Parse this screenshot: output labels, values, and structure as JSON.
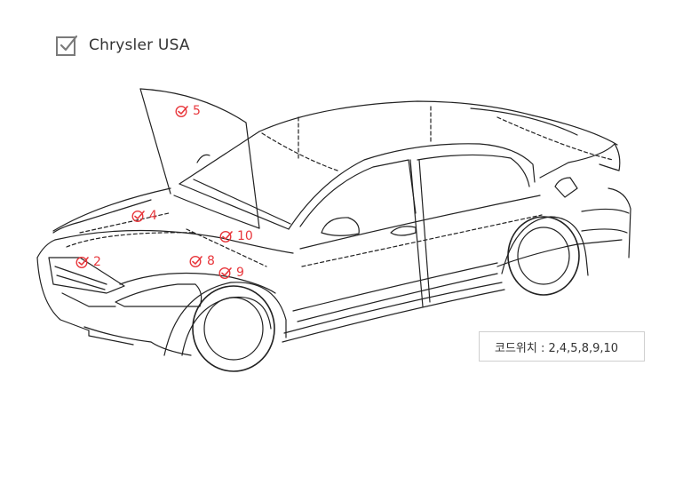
{
  "header": {
    "title": "Chrysler USA",
    "icon": "checkbox-checked-icon"
  },
  "code_location": {
    "label": "코드위치 : 2,4,5,8,9,10"
  },
  "markers": [
    {
      "number": "5"
    },
    {
      "number": "4"
    },
    {
      "number": "10"
    },
    {
      "number": "2"
    },
    {
      "number": "8"
    },
    {
      "number": "9"
    }
  ],
  "colors": {
    "marker": "#e8383d",
    "line": "#222222",
    "text": "#333333"
  }
}
